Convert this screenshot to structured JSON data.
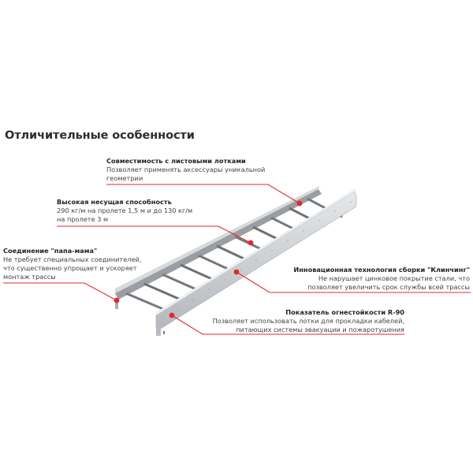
{
  "page": {
    "title": "Отличительные особенности"
  },
  "colors": {
    "accent": "#e3282e",
    "rail": "#c9cccf",
    "rail_dark": "#8e9297",
    "rung": "#6f7378"
  },
  "callouts": [
    {
      "id": "sheet-tray-compatibility",
      "title": "Совместимость с листовыми лотками",
      "lines": [
        "Позволяет применять аксессуары уникальной",
        "геометрии"
      ]
    },
    {
      "id": "high-load-capacity",
      "title": "Высокая несущая способность",
      "lines": [
        "290 кг/м на пролете 1,5 м и до 130 кг/м",
        "на пролете 3 м"
      ]
    },
    {
      "id": "male-female-connection",
      "title": "Соединение \"папа-мама\"",
      "lines": [
        "Не требует специальных соединителей,",
        "что существенно упрощает и ускоряет",
        "монтаж трассы"
      ]
    },
    {
      "id": "clinching-technology",
      "title": "Инновационная технология сборки \"Клинчинг\"",
      "lines": [
        "Не нарушает цинковое покрытие стали, что",
        "позволяет увеличить срок службы всей трассы"
      ]
    },
    {
      "id": "fire-resistance",
      "title": "Показатель огнестойкости R-90",
      "lines": [
        "Позволяет использовать лотки для прокладки кабелей,",
        "питающих системы эвакуации и пожаротушения"
      ]
    }
  ]
}
